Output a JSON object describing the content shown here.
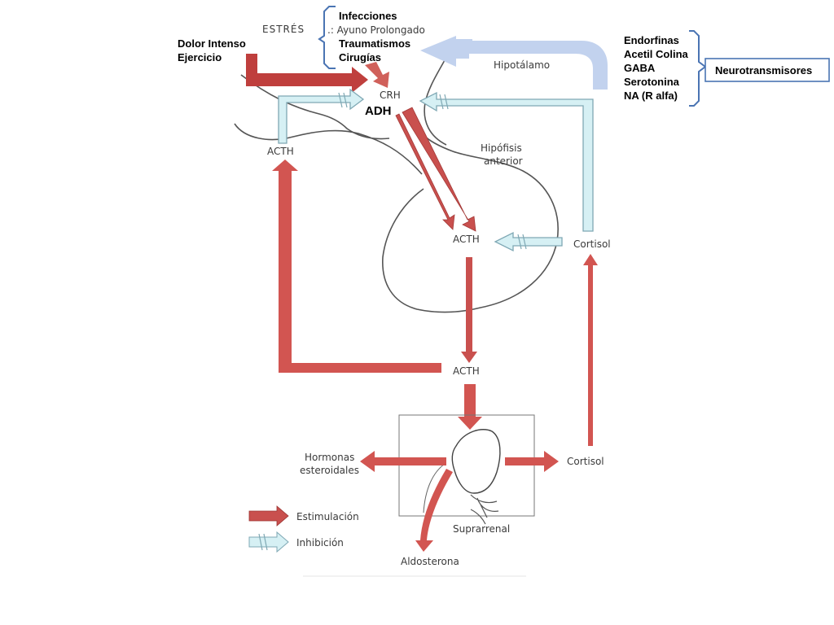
{
  "stress": {
    "title": "ESTRÉS",
    "left_causes": [
      "Dolor Intenso",
      "Ejercicio"
    ],
    "top_causes": [
      "Infecciones",
      ".: Ayuno Prolongado",
      "Traumatismos",
      "Cirugías"
    ]
  },
  "neuro": {
    "items": [
      "Endorfinas",
      "Acetil Colina",
      "GABA",
      "Serotonina",
      "NA (R alfa)"
    ],
    "box_label": "Neurotransmisores"
  },
  "labels": {
    "hipotalamo": "Hipotálamo",
    "crh": "CRH",
    "adh": "ADH",
    "acth_left": "ACTH",
    "hipofisis": [
      "Hipófisis",
      "anterior"
    ],
    "acth_pituitary": "ACTH",
    "cortisol_right": "Cortisol",
    "acth_mid": "ACTH",
    "hormonas": [
      "Hormonas",
      "esteroidales"
    ],
    "cortisol_adrenal": "Cortisol",
    "suprarrenal": "Suprarrenal",
    "aldosterona": "Aldosterona"
  },
  "legend": {
    "stim": "Estimulación",
    "inhib": "Inhibición"
  },
  "colors": {
    "stimulation": "#c9504e",
    "inhibition": "#d6f0f4",
    "inhibition_stroke": "#7fa8b4",
    "bracket": "#4a74b3",
    "arc": "#c2d2ee"
  }
}
